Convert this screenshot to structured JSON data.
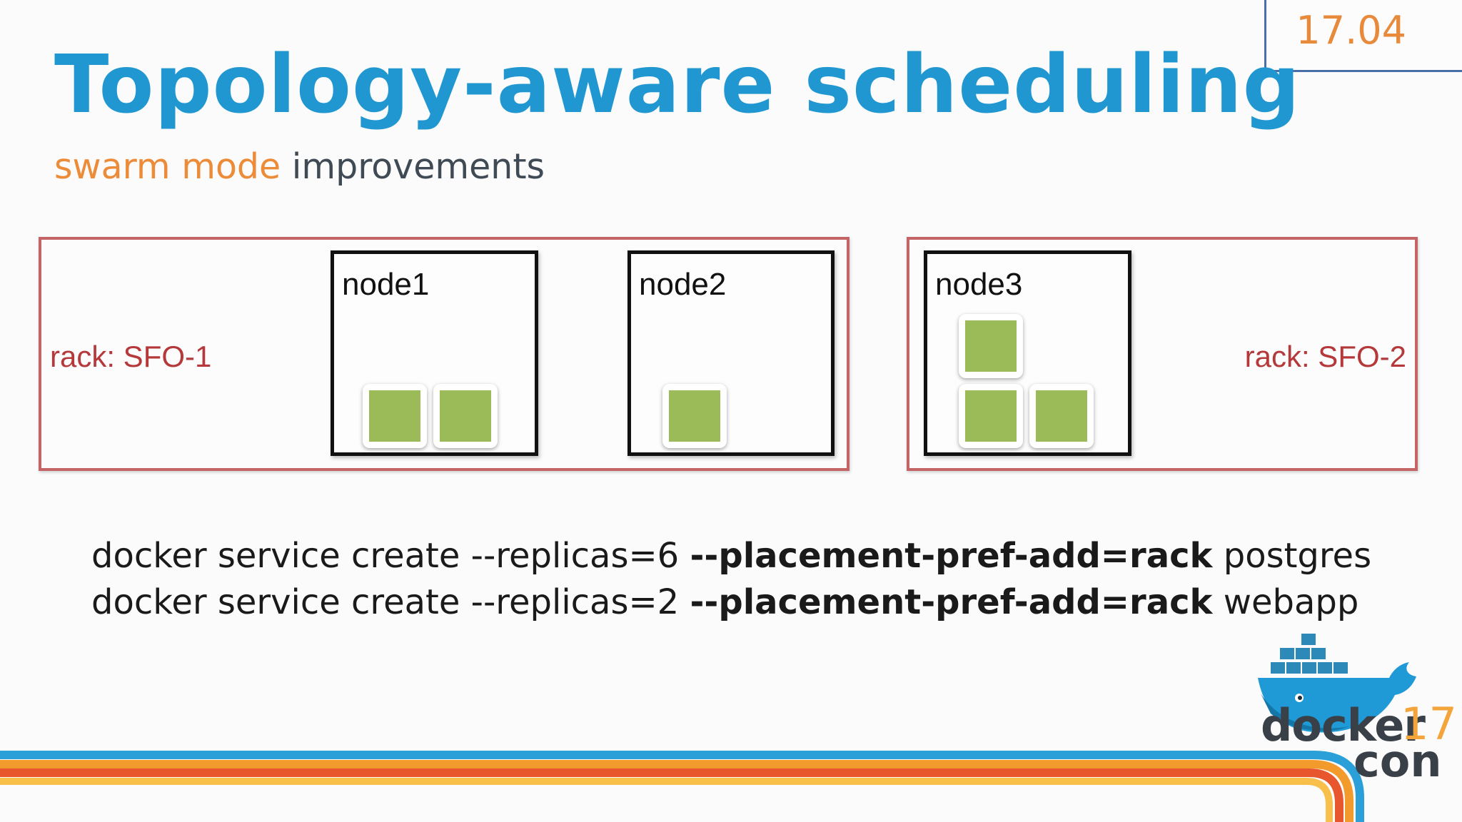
{
  "slide": {
    "version": "17.04",
    "title": "Topology-aware scheduling",
    "subtitle_accent": "swarm mode",
    "subtitle_rest": "improvements"
  },
  "racks": [
    {
      "label": "rack: SFO-1",
      "nodes": [
        {
          "label": "node1",
          "tasks": 2
        },
        {
          "label": "node2",
          "tasks": 1
        }
      ]
    },
    {
      "label": "rack: SFO-2",
      "nodes": [
        {
          "label": "node3",
          "tasks": 3
        }
      ]
    }
  ],
  "commands": [
    {
      "prefix": "docker service create --replicas=6 ",
      "flag": "--placement-pref-add=rack",
      "suffix": " postgres"
    },
    {
      "prefix": "docker service create --replicas=2 ",
      "flag": "--placement-pref-add=rack",
      "suffix": " webapp"
    }
  ],
  "logo": {
    "word": "docker",
    "number": "17",
    "con": "con"
  },
  "colors": {
    "title": "#2197d2",
    "accent": "#ec8b38",
    "rack_border": "#c56466",
    "task": "#9bbb59",
    "stripe_blue": "#2a9fd8",
    "stripe_orange": "#f39a2c",
    "stripe_red": "#e8562d"
  }
}
